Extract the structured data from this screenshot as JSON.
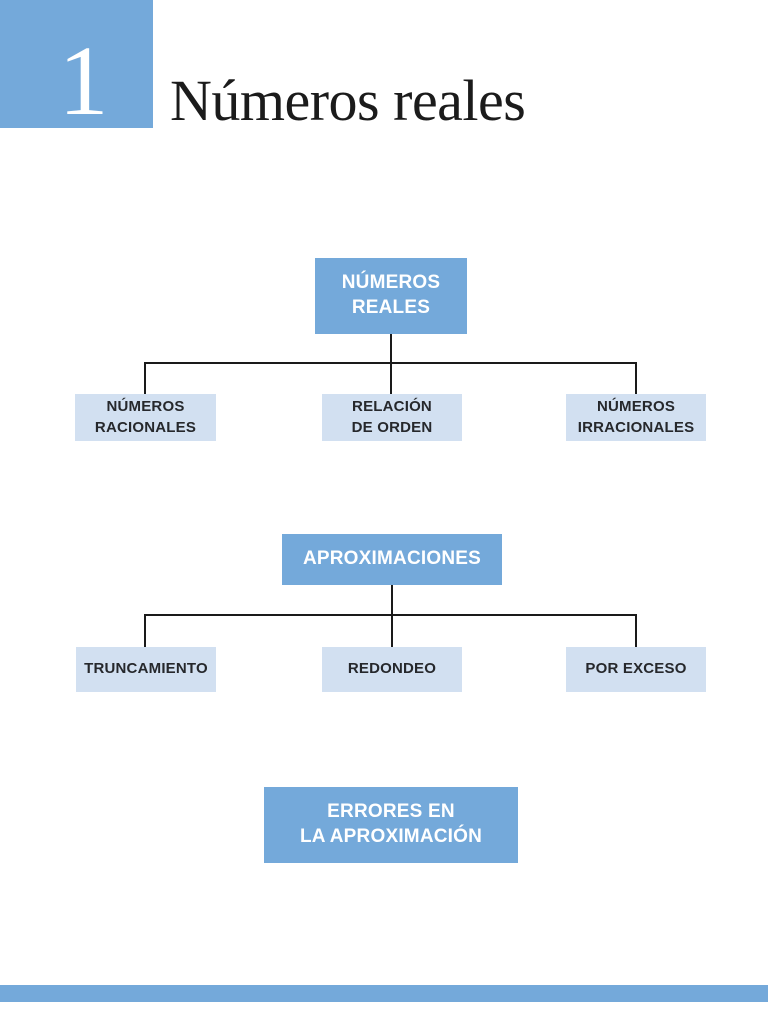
{
  "header": {
    "chapter_number": "1",
    "title": "Números reales"
  },
  "diagram": {
    "root": {
      "label": "NÚMEROS\nREALES"
    },
    "level1": [
      {
        "label": "NÚMEROS\nRACIONALES"
      },
      {
        "label": "RELACIÓN\nDE ORDEN"
      },
      {
        "label": "NÚMEROS\nIRRACIONALES"
      }
    ],
    "approximations": {
      "label": "APROXIMACIONES"
    },
    "level2": [
      {
        "label": "TRUNCAMIENTO"
      },
      {
        "label": "REDONDEO"
      },
      {
        "label": "POR EXCESO"
      }
    ],
    "errors": {
      "label": "ERRORES EN\nLA APROXIMACIÓN"
    }
  },
  "colors": {
    "primary_blue": "#74a9da",
    "light_blue": "#d2e0f1",
    "connector_line": "#1a1a1a",
    "dark_text": "#26282c",
    "white_text": "#ffffff"
  }
}
